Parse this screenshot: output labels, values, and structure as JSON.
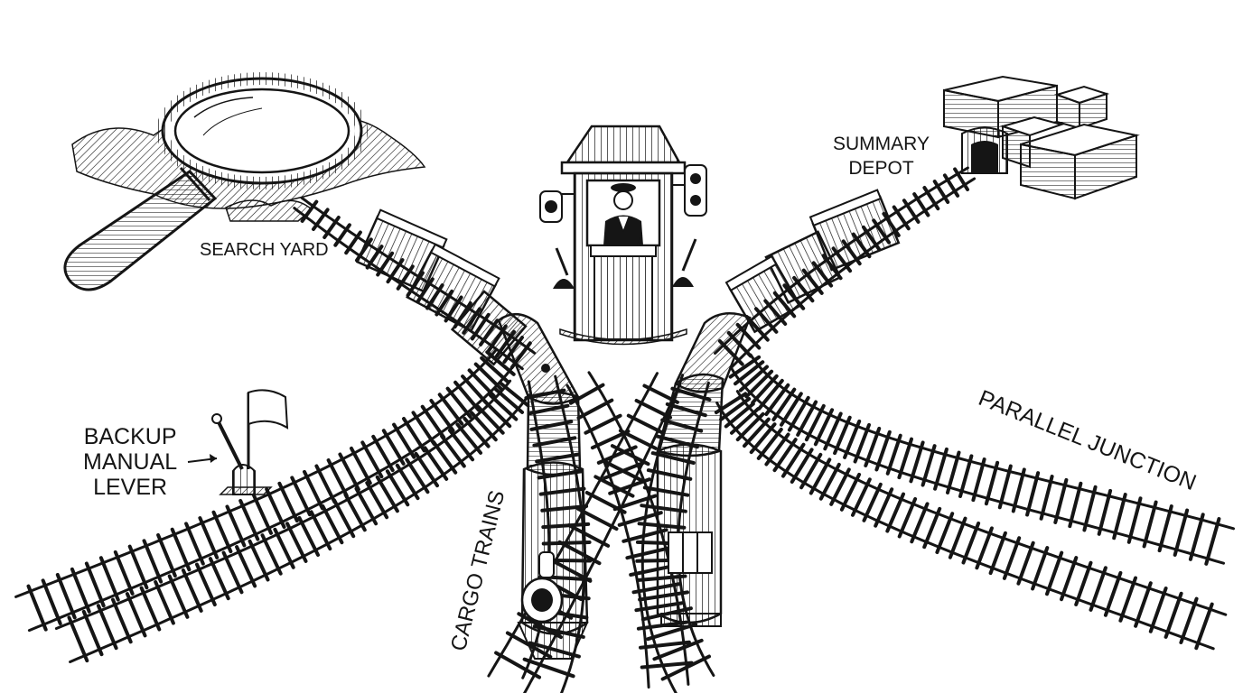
{
  "labels": {
    "search_yard": "SEARCH YARD",
    "summary_depot_line1": "SUMMARY",
    "summary_depot_line2": "DEPOT",
    "backup_line1": "BACKUP",
    "backup_line2": "MANUAL",
    "backup_line3": "LEVER",
    "cargo_trains": "CARGO TRAINS",
    "parallel_junction": "PARALLEL JUNCTION"
  },
  "colors": {
    "ink": "#151515",
    "paper": "#ffffff",
    "shade": "#d9d9d9"
  }
}
